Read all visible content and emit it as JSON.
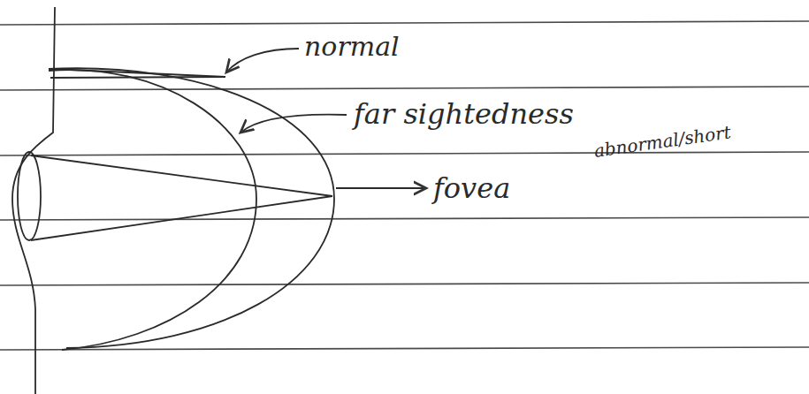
{
  "diagram": {
    "labels": [
      "normal",
      "far sightedness",
      "fovea",
      "abnormal/short"
    ]
  }
}
